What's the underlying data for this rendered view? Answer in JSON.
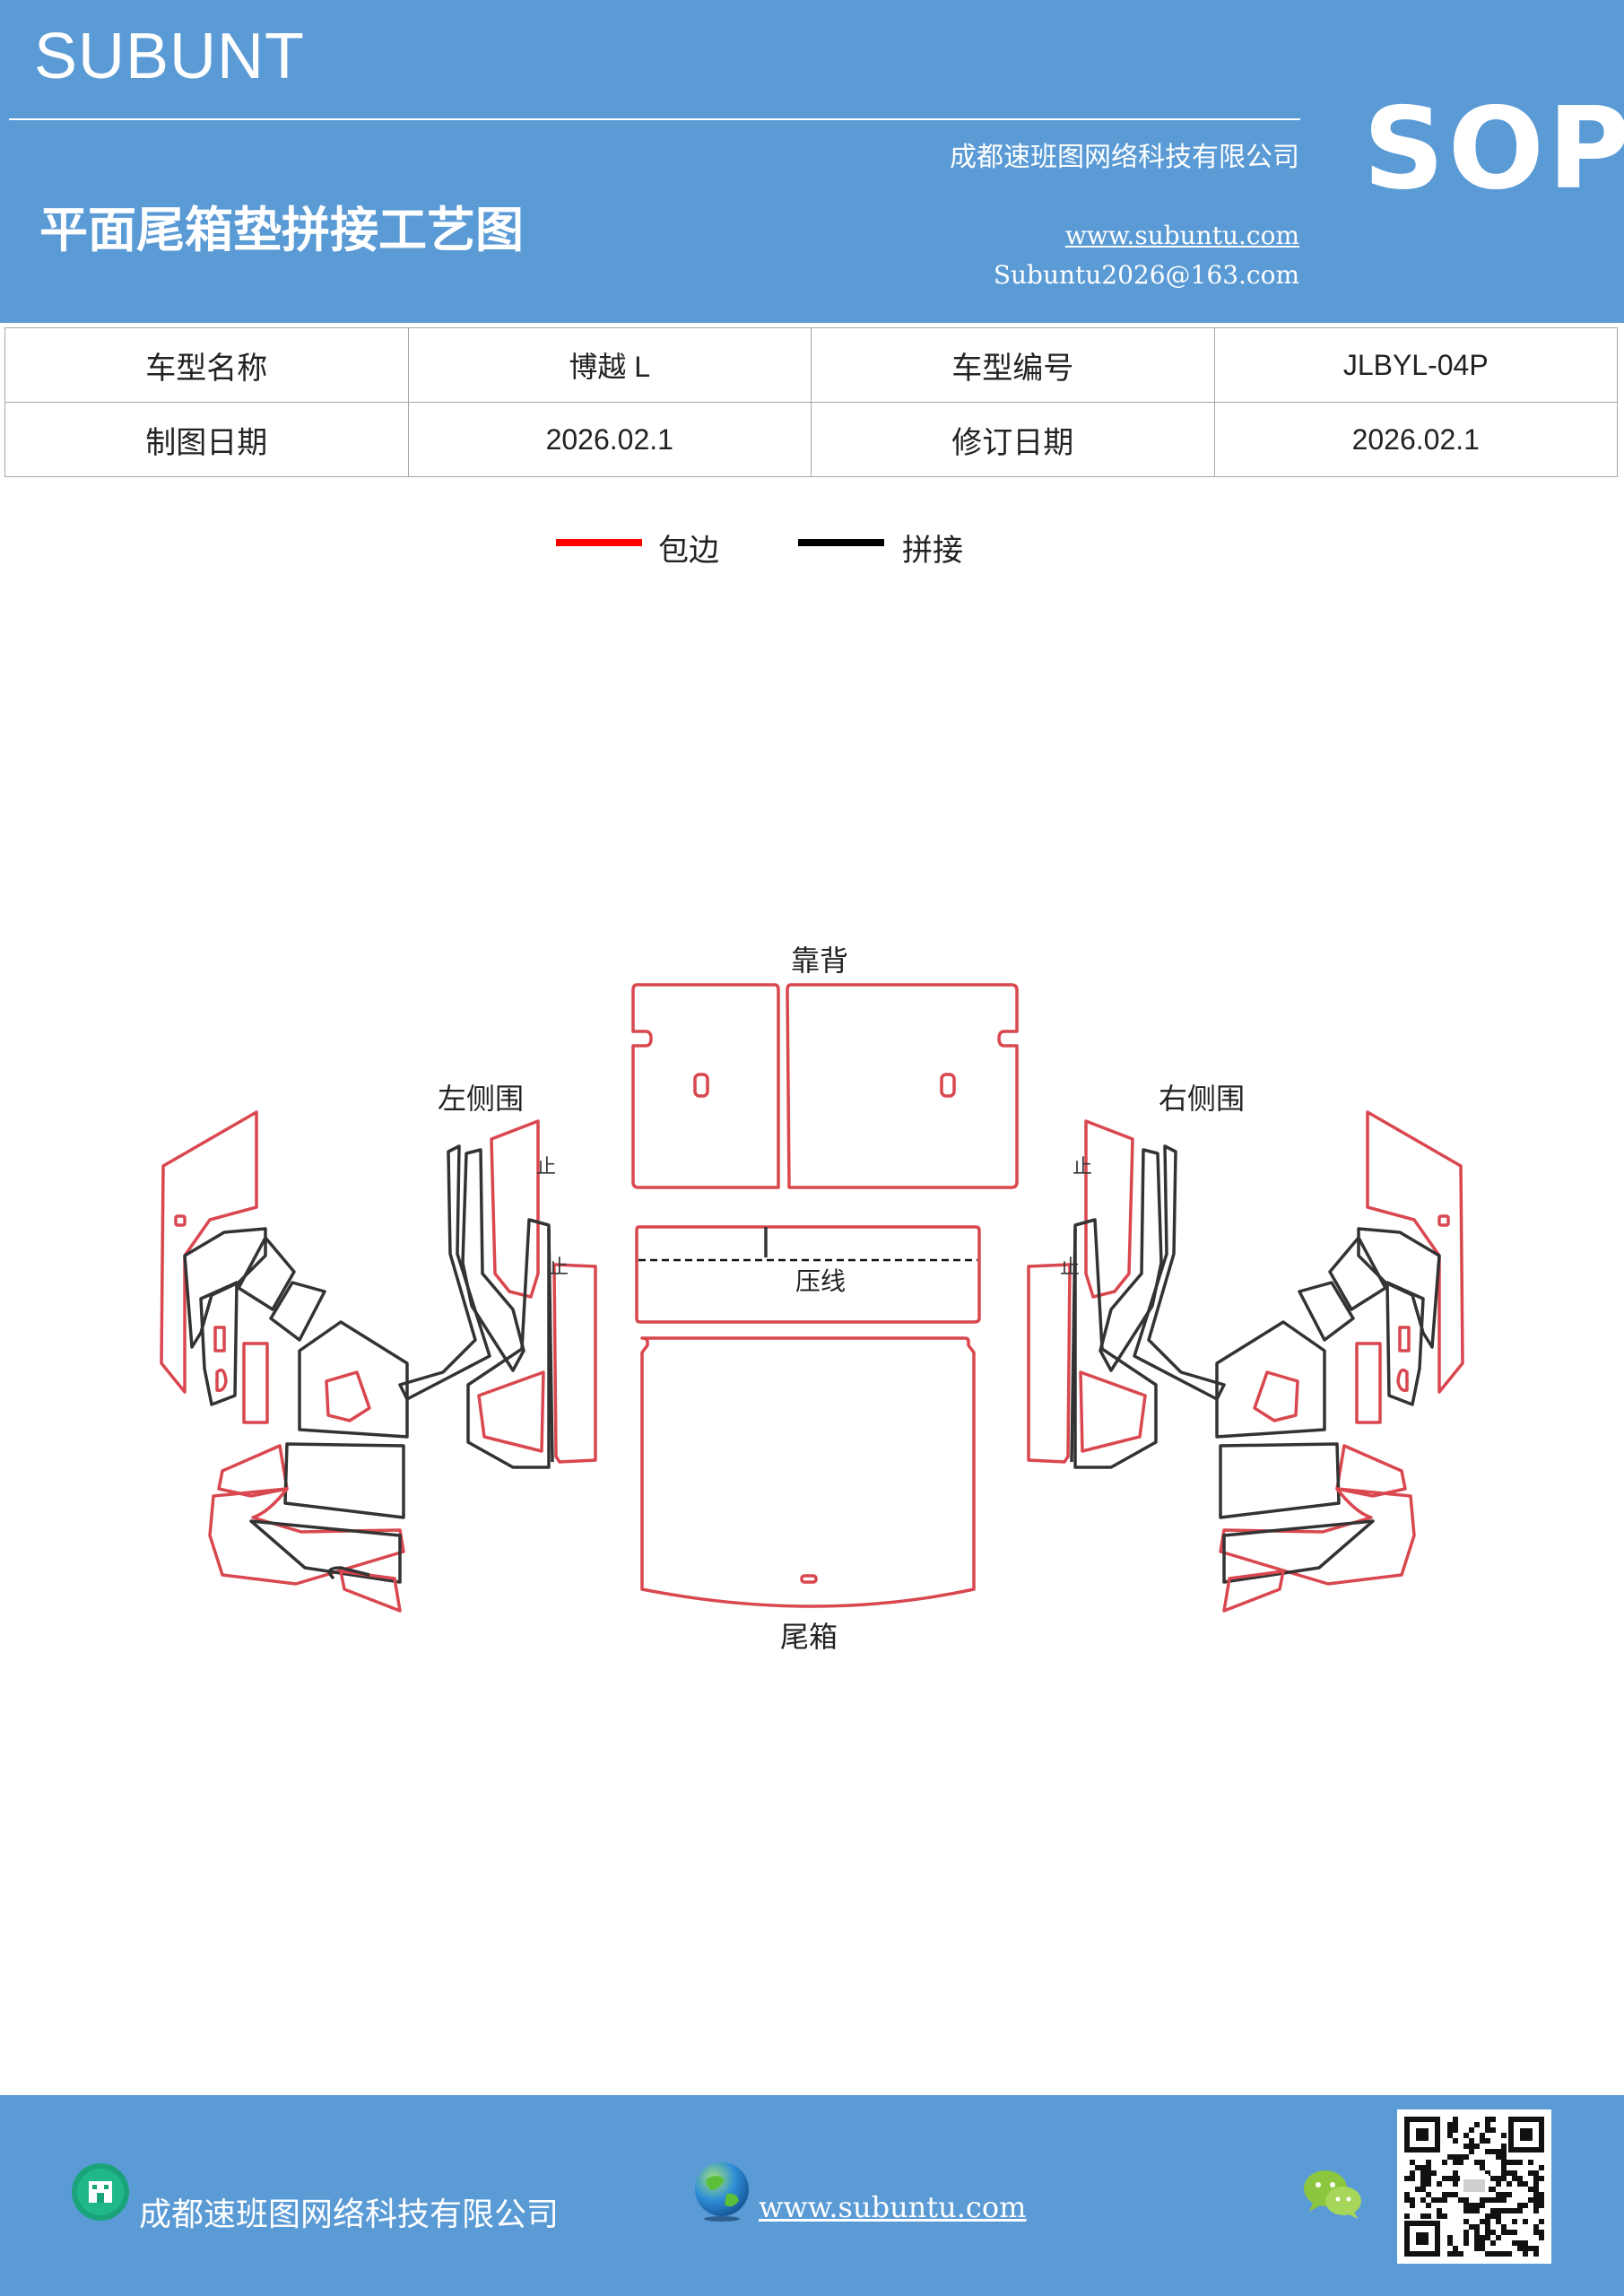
{
  "header": {
    "brand": "SUBUNT",
    "company": "成都速班图网络科技有限公司",
    "title": "平面尾箱垫拼接工艺图",
    "website": "www.subuntu.com",
    "email": "Subuntu2026@163.com",
    "badge": "SOP",
    "background_color": "#5b9bd5"
  },
  "info_table": {
    "rows": [
      {
        "label1": "车型名称",
        "value1": "博越 L",
        "label2": "车型编号",
        "value2": "JLBYL-04P"
      },
      {
        "label1": "制图日期",
        "value1": "2026.02.1",
        "label2": "修订日期",
        "value2": "2026.02.1"
      }
    ]
  },
  "legend": {
    "items": [
      {
        "label": "包边",
        "color": "#ff0000"
      },
      {
        "label": "拼接",
        "color": "#000000"
      }
    ]
  },
  "diagram": {
    "labels": {
      "backrest": "靠背",
      "left_side": "左侧围",
      "right_side": "右侧围",
      "press_line": "压线",
      "trunk": "尾箱",
      "stop_mark": "止"
    },
    "edge_color": "#d9474f",
    "seam_color": "#333333"
  },
  "footer": {
    "company": "成都速班图网络科技有限公司",
    "website": "www.subuntu.com",
    "icons": [
      "building-icon",
      "globe-icon",
      "wechat-icon",
      "qr-code"
    ]
  }
}
